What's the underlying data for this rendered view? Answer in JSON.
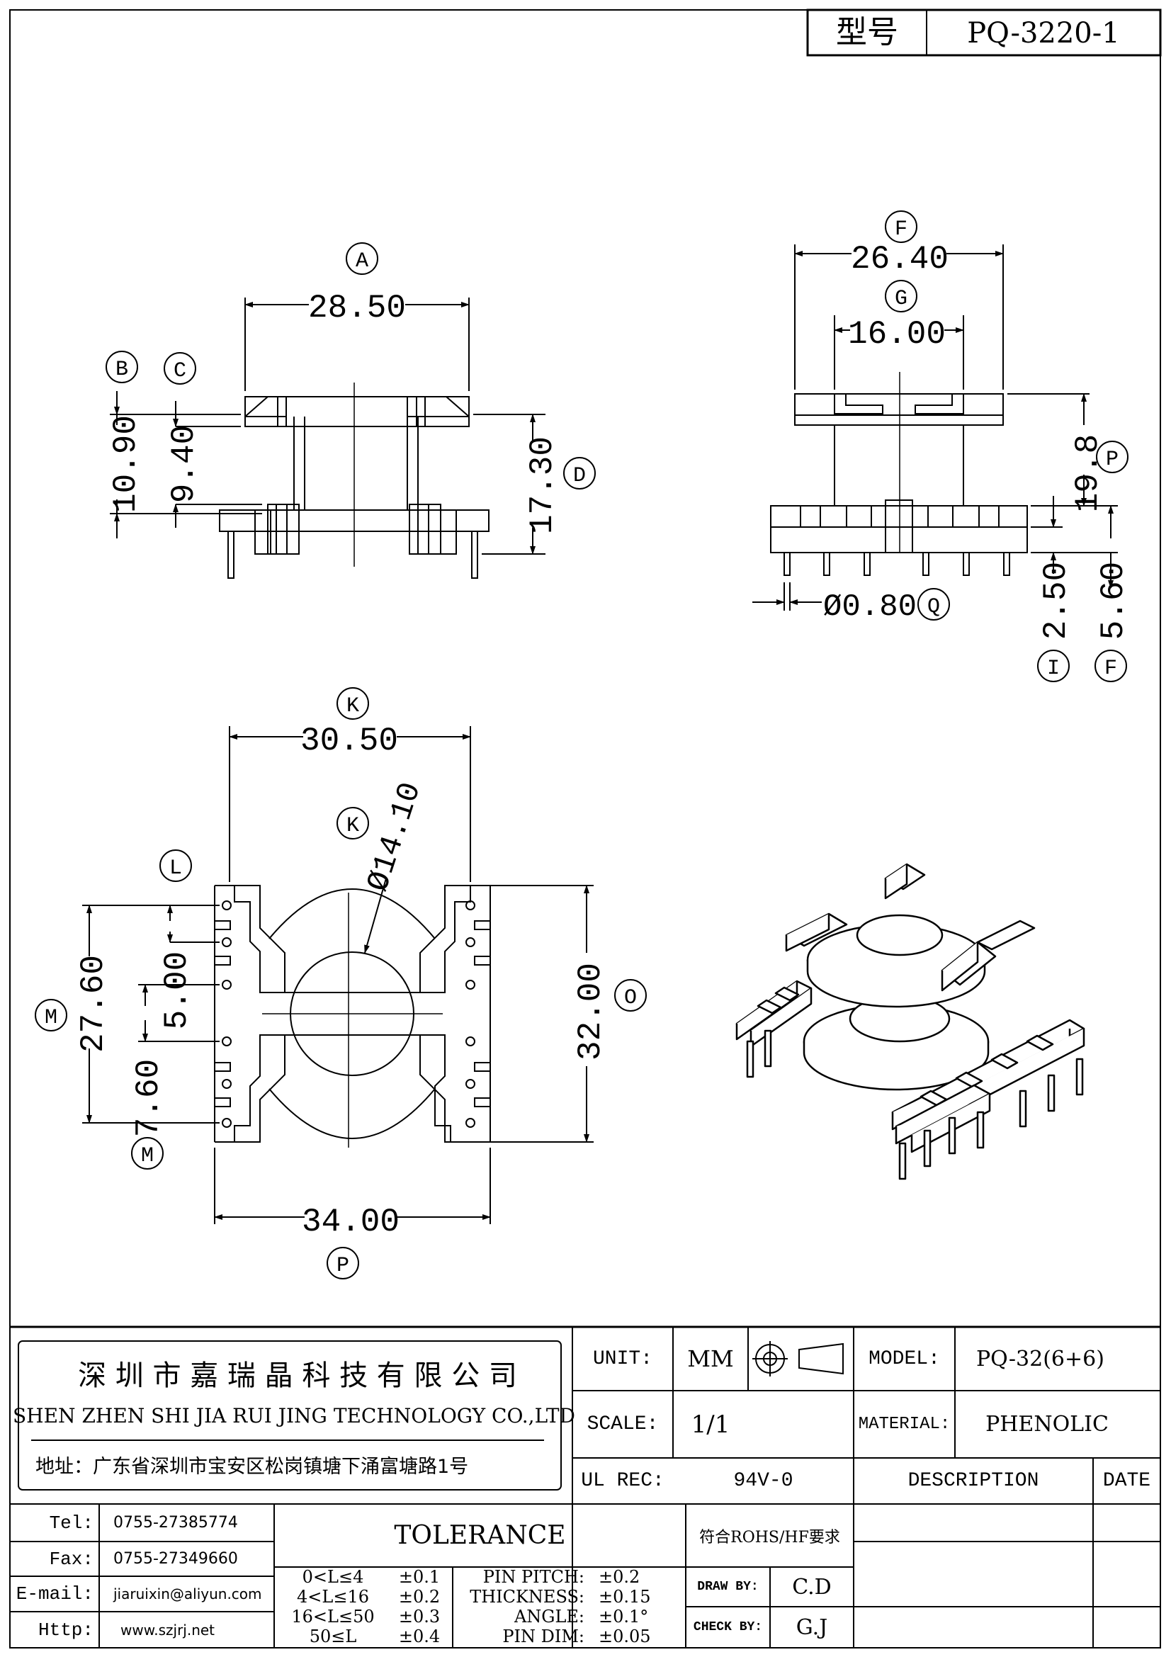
{
  "header": {
    "type_label": "型号",
    "part_number": "PQ-3220-1"
  },
  "side_view": {
    "dim_a": {
      "circle": "A",
      "value": "28.50"
    },
    "dim_b": {
      "circle": "B",
      "value": "10.90"
    },
    "dim_c": {
      "circle": "C",
      "value": "9.40"
    },
    "dim_d": {
      "circle": "D",
      "value": "17.30"
    }
  },
  "front_view": {
    "dim_f_top": {
      "circle": "F",
      "value": "26.40"
    },
    "dim_g": {
      "circle": "G",
      "value": "16.00"
    },
    "dim_p_right": {
      "circle": "P",
      "value": "19.8"
    },
    "dim_q": {
      "circle": "Q",
      "value": "Ø0.80"
    },
    "dim_i": {
      "circle": "I",
      "value": "2.50"
    },
    "dim_f_bottom": {
      "circle": "F",
      "value": "5.60"
    }
  },
  "plan_view": {
    "dim_k_width": {
      "circle": "K",
      "value": "30.50"
    },
    "dim_k_dia": {
      "circle": "K",
      "value": "Ø14.10"
    },
    "dim_l": {
      "circle": "L",
      "value": "5.00"
    },
    "dim_m_top": {
      "circle": "M",
      "value": "27.60"
    },
    "dim_m_bottom": {
      "circle": "M",
      "value": "7.60"
    },
    "dim_o": {
      "circle": "O",
      "value": "32.00"
    },
    "dim_p": {
      "circle": "P",
      "value": "34.00"
    }
  },
  "company": {
    "name_cn": "深 圳 市 嘉 瑞 晶 科 技 有 限 公 司",
    "name_en": "SHEN ZHEN SHI  JIA RUI JING  TECHNOLOGY CO.,LTD",
    "address": "地址：广东省深圳市宝安区松岗镇塘下涌富塘路1号"
  },
  "contacts": [
    {
      "label": "Tel:",
      "value": "0755-27385774"
    },
    {
      "label": "Fax:",
      "value": "0755-27349660"
    },
    {
      "label": "E-mail:",
      "value": "jiaruixin@aliyun.com"
    },
    {
      "label": "Http:",
      "value": "www.szjrj.net"
    }
  ],
  "specs": {
    "unit_label": "UNIT:",
    "unit_value": "MM",
    "scale_label": "SCALE:",
    "scale_value": "1/1",
    "ul_label": "UL REC:",
    "ul_value": "94V-0",
    "model_label": "MODEL:",
    "model_value": "PQ-32(6+6)",
    "material_label": "MATERIAL:",
    "material_value": "PHENOLIC",
    "description_label": "DESCRIPTION",
    "date_label": "DATE",
    "rohs_note": "符合ROHS/HF要求",
    "draw_label": "DRAW BY:",
    "draw_value": "C.D",
    "check_label": "CHECK BY:",
    "check_value": "G.J"
  },
  "tolerance": {
    "title": "TOLERANCE",
    "ranges": [
      {
        "range": "0<L≤4",
        "tol": "±0.1"
      },
      {
        "range": "4<L≤16",
        "tol": "±0.2"
      },
      {
        "range": "16<L≤50",
        "tol": "±0.3"
      },
      {
        "range": "50≤L",
        "tol": "±0.4"
      }
    ],
    "others": [
      {
        "name": "PIN PITCH:",
        "tol": "±0.2"
      },
      {
        "name": "THICKNESS:",
        "tol": "±0.15"
      },
      {
        "name": "ANGLE:",
        "tol": "±0.1°"
      },
      {
        "name": "PIN DIM:",
        "tol": "±0.05"
      }
    ]
  }
}
